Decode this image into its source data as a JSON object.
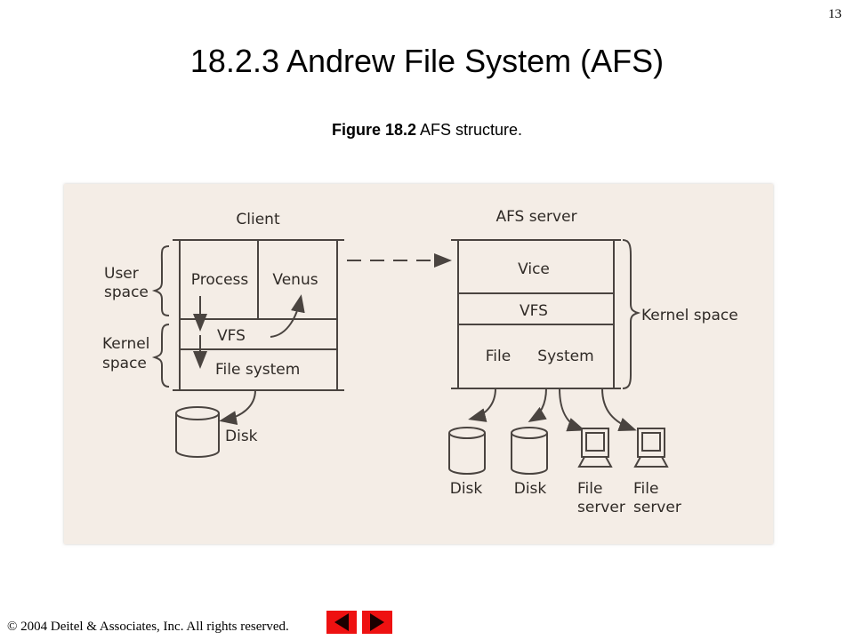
{
  "slide": {
    "page_number": "13",
    "title": "18.2.3 Andrew File System (AFS)",
    "caption_bold": "Figure 18.2",
    "caption_text": " AFS structure."
  },
  "diagram": {
    "client_label": "Client",
    "server_label": "AFS server",
    "user_space_label": [
      "User",
      "space"
    ],
    "kernel_space_label": [
      "Kernel",
      "space"
    ],
    "client_boxes": {
      "process": "Process",
      "venus": "Venus",
      "vfs": "VFS",
      "file_system": "File system"
    },
    "client_disk_label": "Disk",
    "server_boxes": {
      "vice": "Vice",
      "vfs": "VFS",
      "file": "File",
      "system": "System"
    },
    "server_kernel_space_label": "Kernel space",
    "server_disk_labels": [
      "Disk",
      "Disk"
    ],
    "file_server_labels": [
      [
        "File",
        "server"
      ],
      [
        "File",
        "server"
      ]
    ]
  },
  "footer": {
    "copyright": "© 2004 Deitel & Associates, Inc.  All rights reserved."
  },
  "colors": {
    "figure_bg": "#f4ede6",
    "line": "#4a4440",
    "nav_red": "#ee1111"
  }
}
